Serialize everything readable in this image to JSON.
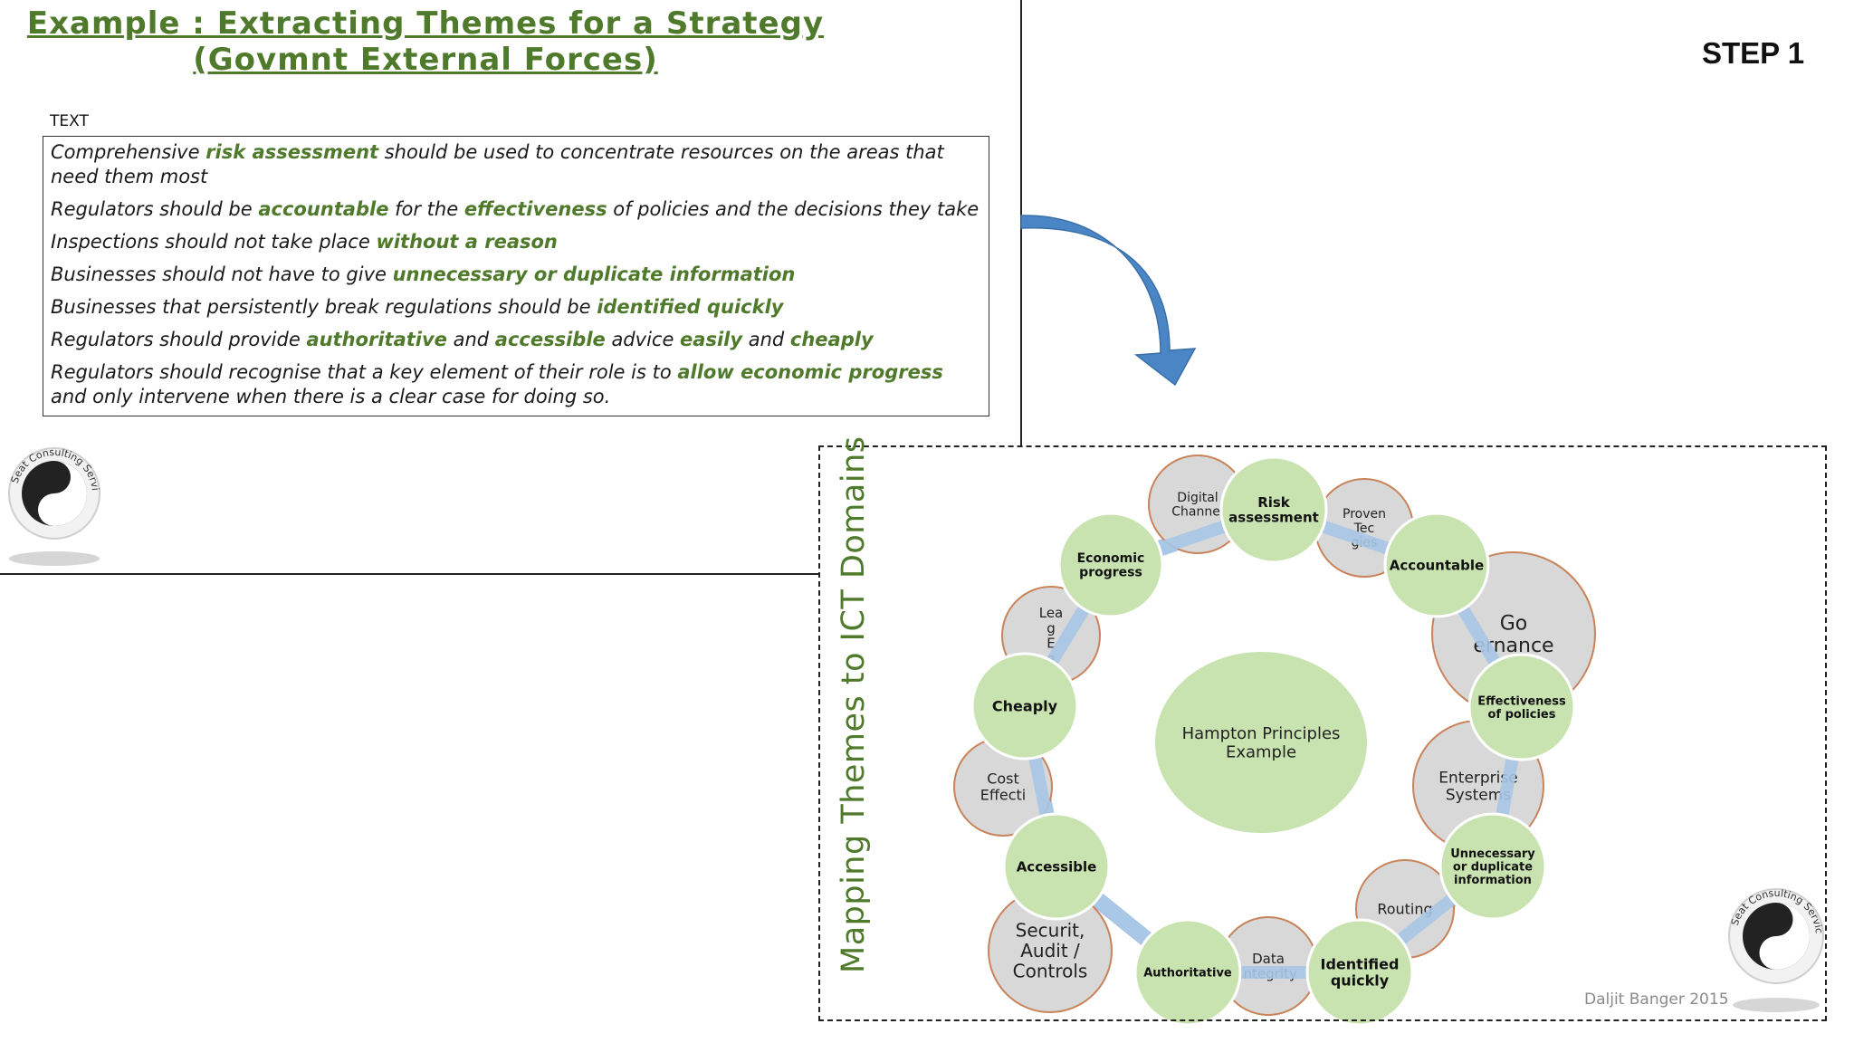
{
  "title": {
    "line1": "Example : Extracting Themes for a Strategy",
    "line2": "(Govmnt External Forces)"
  },
  "text_label": "TEXT",
  "principles": [
    [
      "Comprehensive ",
      "*risk assessment",
      " should be used to concentrate resources on the areas that need them most"
    ],
    [
      "Regulators should be ",
      "*accountable",
      " for the ",
      "*effectiveness",
      " of policies and the decisions they take"
    ],
    [
      "Inspections should not take place ",
      "*without a reason"
    ],
    [
      "Businesses should not have to give ",
      "*unnecessary or duplicate information"
    ],
    [
      "Businesses that persistently break regulations should be ",
      "*identified quickly"
    ],
    [
      "Regulators should provide ",
      "*authoritative",
      " and ",
      "*accessible",
      " advice ",
      "*easily",
      " and ",
      "*cheaply"
    ],
    [
      "Regulators should recognise that a key element of their role is to ",
      "*allow economic progress",
      " and only intervene when there is a clear case for doing so."
    ]
  ],
  "step_label": "STEP 1",
  "vertical_title": "Mapping Themes to ICT Domains",
  "logo_text": "Seat Consulting Services",
  "credit": "Daljit Banger 2015",
  "colors": {
    "accent_green": "#4f7a2b",
    "theme_fill": "#c9e3b0",
    "domain_fill": "#d8d8d8",
    "domain_stroke": "#c9835a",
    "ring": "#a9c6e6",
    "arrow": "#4a86c5"
  },
  "diagram": {
    "center_lines": [
      "Hampton Principles",
      "Example"
    ],
    "themes": [
      [
        "Risk",
        "assessment"
      ],
      [
        "Accountable"
      ],
      [
        "Effectiveness",
        "of policies"
      ],
      [
        "Unnecessary",
        "or duplicate",
        "information"
      ],
      [
        "Identified",
        "quickly"
      ],
      [
        "Authoritative"
      ],
      [
        "Accessible"
      ],
      [
        "Cheaply"
      ],
      [
        "Economic",
        "progress"
      ]
    ],
    "domains": [
      [
        "Digital",
        "Channel"
      ],
      [
        "Proven",
        "Tec",
        "gies"
      ],
      [
        "Go",
        "ernance"
      ],
      [
        "Enterprise",
        "Systems"
      ],
      [
        "Routing"
      ],
      [
        "Data",
        "Integrity"
      ],
      [
        "Securit,",
        "Audit /",
        "Controls"
      ],
      [
        "Cost",
        "Effecti"
      ],
      [
        "Lea",
        "g",
        "E",
        "e"
      ]
    ]
  }
}
